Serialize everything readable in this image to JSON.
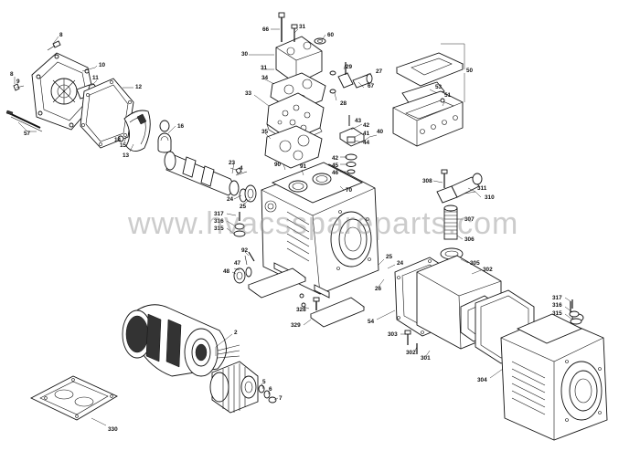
{
  "watermark": "www.hvacsspareparts.com",
  "callouts": [
    {
      "id": "8",
      "label": "8"
    },
    {
      "id": "9",
      "label": "9"
    },
    {
      "id": "8b",
      "label": "8"
    },
    {
      "id": "10",
      "label": "10"
    },
    {
      "id": "11",
      "label": "11"
    },
    {
      "id": "12",
      "label": "12"
    },
    {
      "id": "57",
      "label": "57"
    },
    {
      "id": "14",
      "label": "14"
    },
    {
      "id": "15",
      "label": "15"
    },
    {
      "id": "13",
      "label": "13"
    },
    {
      "id": "16",
      "label": "16"
    },
    {
      "id": "66",
      "label": "66"
    },
    {
      "id": "31a",
      "label": "31"
    },
    {
      "id": "60",
      "label": "60"
    },
    {
      "id": "30",
      "label": "30"
    },
    {
      "id": "31b",
      "label": "31"
    },
    {
      "id": "34",
      "label": "34"
    },
    {
      "id": "33",
      "label": "33"
    },
    {
      "id": "35",
      "label": "35"
    },
    {
      "id": "29",
      "label": "29"
    },
    {
      "id": "27",
      "label": "27"
    },
    {
      "id": "67",
      "label": "67"
    },
    {
      "id": "28",
      "label": "28"
    },
    {
      "id": "43",
      "label": "43"
    },
    {
      "id": "42a",
      "label": "42"
    },
    {
      "id": "41",
      "label": "41"
    },
    {
      "id": "44",
      "label": "44"
    },
    {
      "id": "40",
      "label": "40"
    },
    {
      "id": "42b",
      "label": "42"
    },
    {
      "id": "45",
      "label": "45"
    },
    {
      "id": "46",
      "label": "46"
    },
    {
      "id": "70",
      "label": "70"
    },
    {
      "id": "50",
      "label": "50"
    },
    {
      "id": "53",
      "label": "53"
    },
    {
      "id": "51",
      "label": "51"
    },
    {
      "id": "23",
      "label": "23"
    },
    {
      "id": "4",
      "label": "4"
    },
    {
      "id": "90",
      "label": "90"
    },
    {
      "id": "91",
      "label": "91"
    },
    {
      "id": "24a",
      "label": "24"
    },
    {
      "id": "25a",
      "label": "25"
    },
    {
      "id": "308",
      "label": "308"
    },
    {
      "id": "311",
      "label": "311"
    },
    {
      "id": "310",
      "label": "310"
    },
    {
      "id": "307",
      "label": "307"
    },
    {
      "id": "306",
      "label": "306"
    },
    {
      "id": "317a",
      "label": "317"
    },
    {
      "id": "316a",
      "label": "316"
    },
    {
      "id": "315a",
      "label": "315"
    },
    {
      "id": "92",
      "label": "92"
    },
    {
      "id": "47",
      "label": "47"
    },
    {
      "id": "48",
      "label": "48"
    },
    {
      "id": "25b",
      "label": "25"
    },
    {
      "id": "24b",
      "label": "24"
    },
    {
      "id": "26",
      "label": "26"
    },
    {
      "id": "305",
      "label": "305"
    },
    {
      "id": "302a",
      "label": "302"
    },
    {
      "id": "328",
      "label": "328"
    },
    {
      "id": "329",
      "label": "329"
    },
    {
      "id": "2",
      "label": "2"
    },
    {
      "id": "54",
      "label": "54"
    },
    {
      "id": "303",
      "label": "303"
    },
    {
      "id": "302b",
      "label": "302"
    },
    {
      "id": "301",
      "label": "301"
    },
    {
      "id": "317b",
      "label": "317"
    },
    {
      "id": "316b",
      "label": "316"
    },
    {
      "id": "315b",
      "label": "315"
    },
    {
      "id": "304",
      "label": "304"
    },
    {
      "id": "5",
      "label": "5"
    },
    {
      "id": "6",
      "label": "6"
    },
    {
      "id": "7",
      "label": "7"
    },
    {
      "id": "330",
      "label": "330"
    }
  ]
}
